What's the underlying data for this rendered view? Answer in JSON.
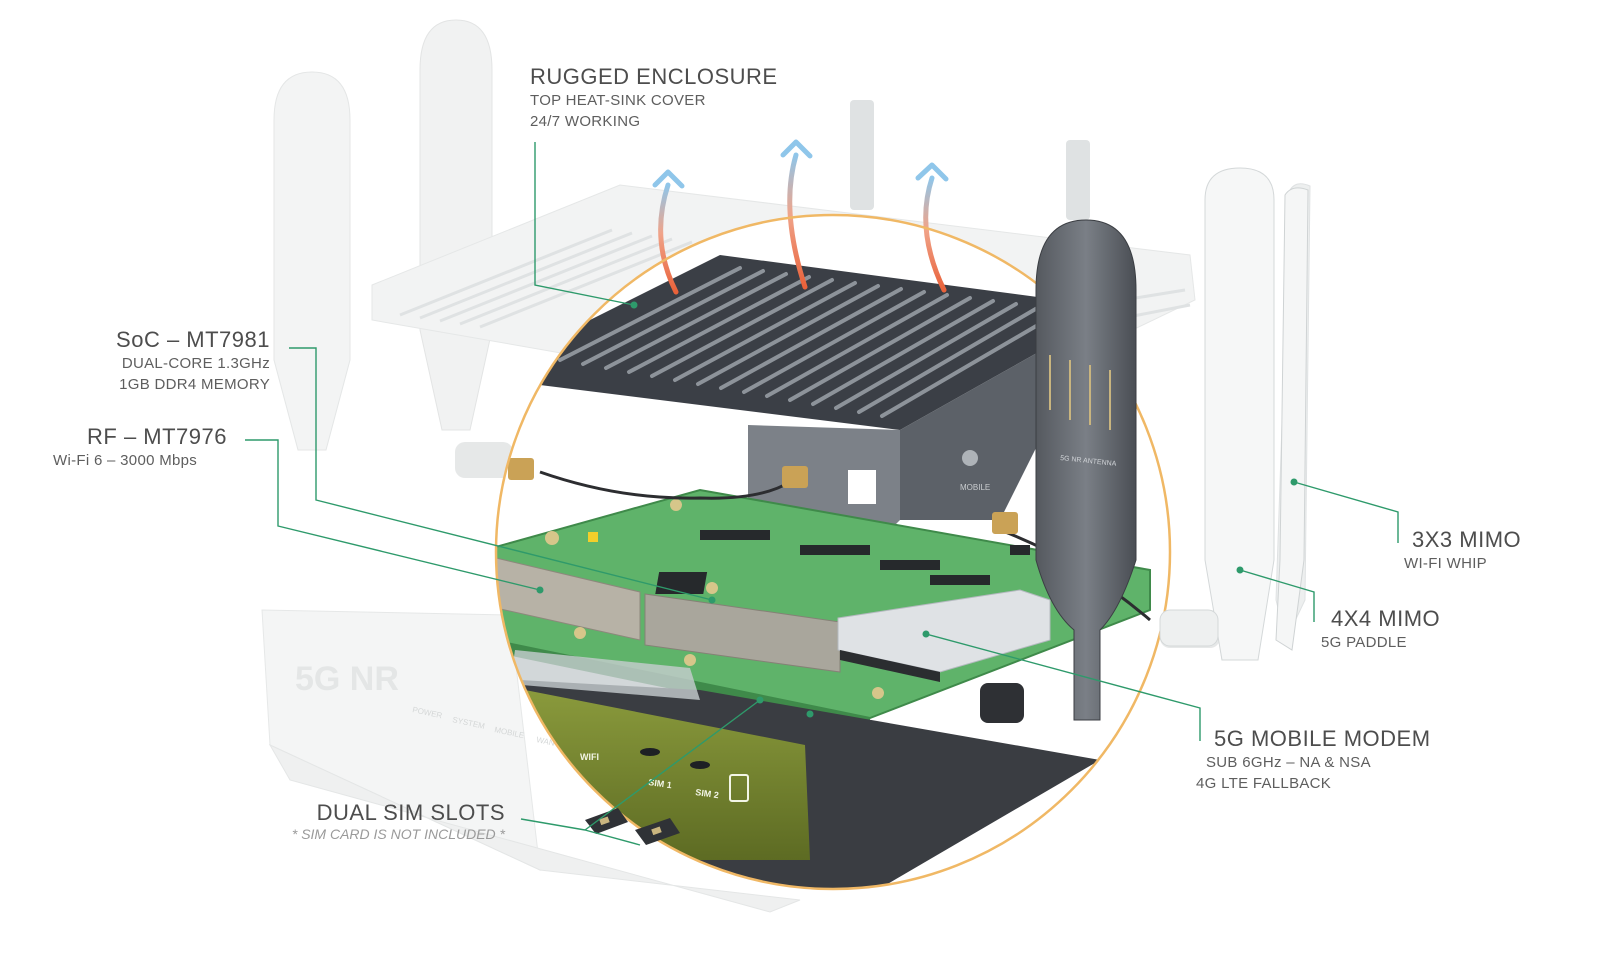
{
  "labels": {
    "enclosure": {
      "title": "RUGGED ENCLOSURE",
      "line1": "TOP HEAT-SINK COVER",
      "line2": "24/7 WORKING"
    },
    "soc": {
      "title": "SoC – MT7981",
      "line1": "DUAL-CORE 1.3GHz",
      "line2": "1GB DDR4 MEMORY"
    },
    "rf": {
      "title": "RF – MT7976",
      "line1": "Wi-Fi 6 – 3000 Mbps"
    },
    "whip": {
      "title": "3X3 MIMO",
      "line1": "WI-FI WHIP"
    },
    "paddle": {
      "title": "4X4 MIMO",
      "line1": "5G PADDLE"
    },
    "modem": {
      "title": "5G MOBILE MODEM",
      "line1": "SUB 6GHz – NA & NSA",
      "line2": "4G LTE FALLBACK"
    },
    "sim": {
      "title": "DUAL SIM SLOTS",
      "note": "* SIM CARD IS NOT INCLUDED *"
    }
  },
  "device_markings": {
    "logo": "5G NR",
    "leds": [
      "POWER",
      "SYSTEM",
      "MOBILE",
      "WAN",
      "WIFI"
    ],
    "sim1": "SIM 1",
    "sim2": "SIM 2",
    "port_mobile": "MOBILE",
    "antenna_text": "5G NR ANTENNA"
  },
  "colors": {
    "leader_line": "#2e9a6b",
    "zoom_ring": "#f0b865",
    "heatsink": "#3b3f46",
    "pcb": "#5fb36a",
    "airflow_hot": "#e9623a",
    "airflow_cool": "#8fc6ea"
  }
}
